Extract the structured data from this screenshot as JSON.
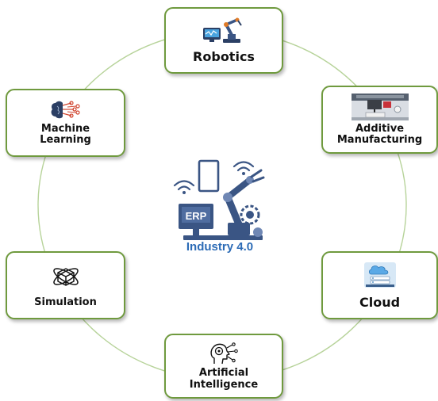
{
  "diagram": {
    "center": {
      "title": "Industry 4.0",
      "badge": "ERP",
      "icon": "smart-factory-robot-arm-icon"
    },
    "ring_color": "#b7d39a",
    "border_color": "#6f9a3e",
    "title_color": "#2c6bb6",
    "nodes": [
      {
        "lines": [
          "Robotics"
        ],
        "icon": "robot-arm-icon"
      },
      {
        "lines": [
          "Additive",
          "Manufacturing"
        ],
        "icon": "3d-printer-icon"
      },
      {
        "lines": [
          "Cloud"
        ],
        "icon": "cloud-server-icon"
      },
      {
        "lines": [
          "Artificial",
          "Intelligence"
        ],
        "icon": "ai-head-icon"
      },
      {
        "lines": [
          "Simulation"
        ],
        "icon": "simulation-cube-icon"
      },
      {
        "lines": [
          "Machine",
          "Learning"
        ],
        "icon": "brain-network-icon"
      }
    ]
  }
}
